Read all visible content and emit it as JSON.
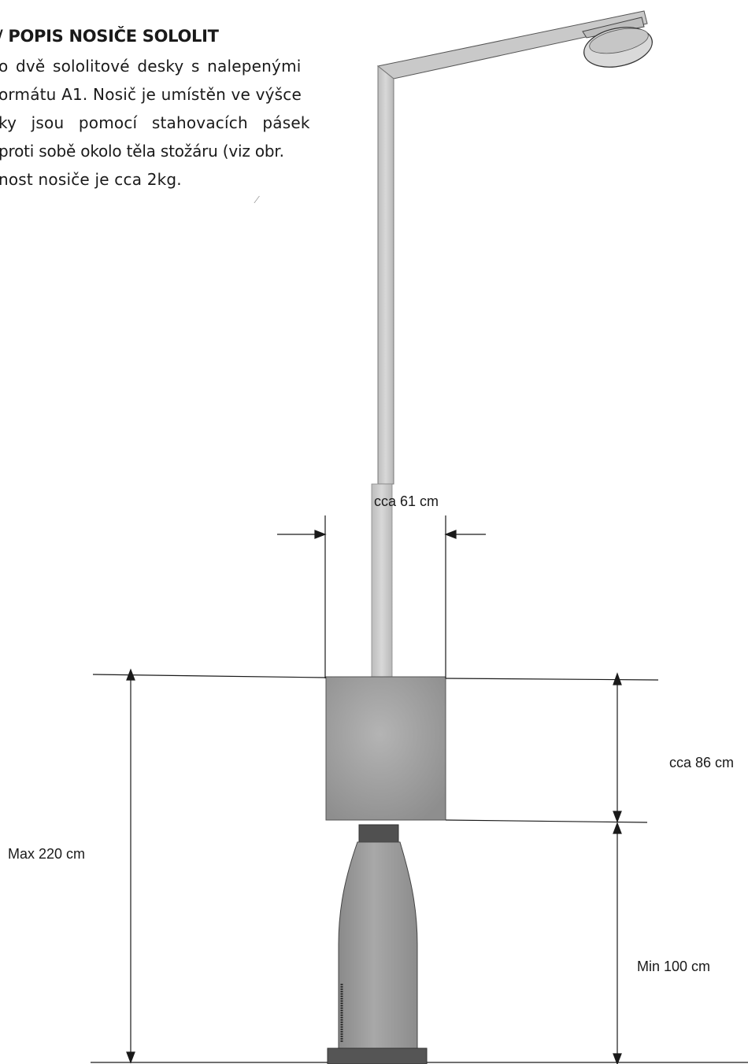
{
  "document": {
    "heading": "/ POPIS NOSIČE SOLOLIT",
    "lines": [
      "o dvě sololitové desky s nalepenými",
      "ormátu A1. Nosič je umístěn ve výšce",
      "ky jsou pomocí stahovacích pásek",
      "proti sobě okolo těla stožáru (viz obr.",
      "nost nosiče je cca 2kg."
    ]
  },
  "diagram": {
    "labels": {
      "width": "cca 61 cm",
      "board_height": "cca 86 cm",
      "max_height": "Max 220 cm",
      "min_height": "Min 100 cm"
    },
    "colors": {
      "pole": "#c9c9c9",
      "board": "#8e8e8e",
      "board_highlight": "#b4b4b4",
      "base": "#9a9a9a",
      "collar": "#505050",
      "line": "#1a1a1a"
    }
  }
}
